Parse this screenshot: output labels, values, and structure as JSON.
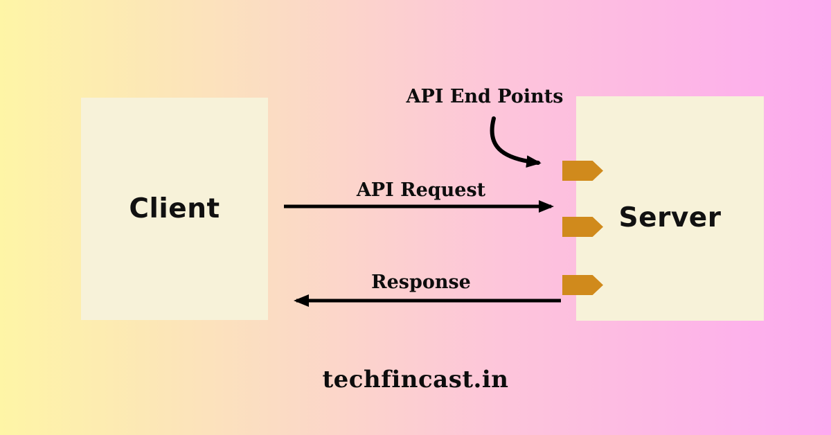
{
  "diagram": {
    "title": "Client Server API flow",
    "boxes": {
      "client_label": "Client",
      "server_label": "Server"
    },
    "labels": {
      "api_endpoints": "API End Points",
      "api_request": "API Request",
      "response": "Response",
      "watermark": "techfincast.in"
    },
    "endpoint_tags": [
      "endpoint-tag-1",
      "endpoint-tag-2",
      "endpoint-tag-3"
    ],
    "colors": {
      "background_gradient": [
        "#fef5a6",
        "#fbdcc3",
        "#fdc5da",
        "#fdaaf0"
      ],
      "box_fill": "#f7f2d9",
      "endpoint_tag_orange": "#d08a1c",
      "arrow_black": "#000000",
      "text_black": "#0d0d0d"
    }
  }
}
